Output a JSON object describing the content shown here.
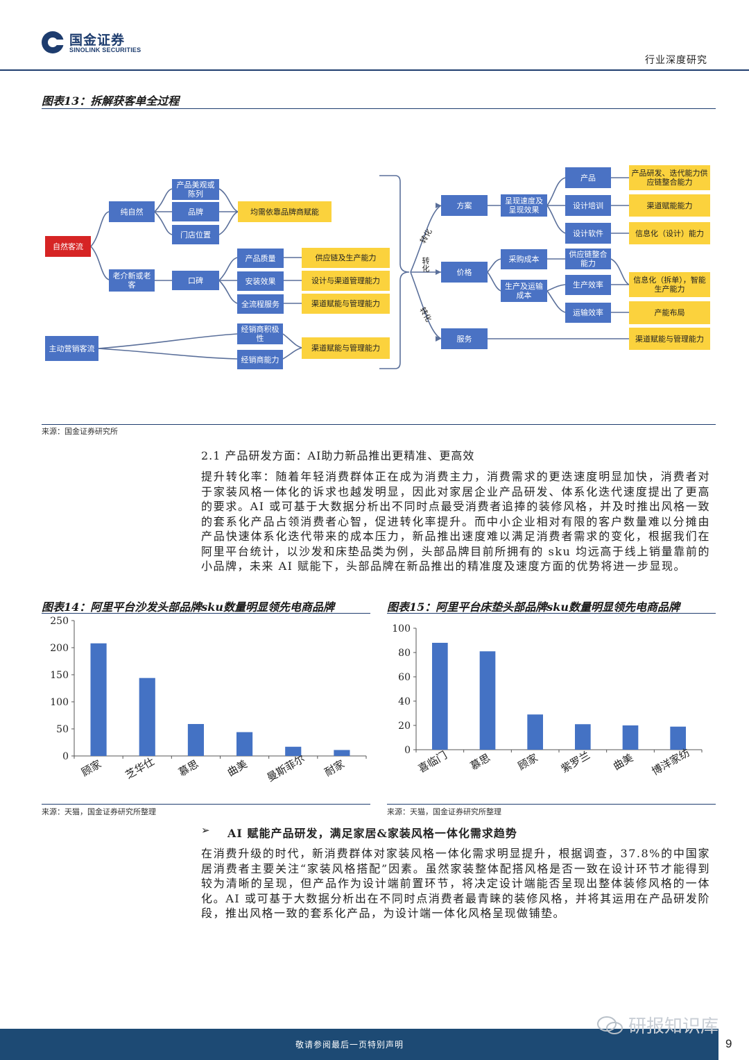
{
  "header": {
    "logo_cn": "国金证券",
    "logo_en": "SINOLINK SECURITIES",
    "report_type": "行业深度研究"
  },
  "figure13": {
    "title": "图表13：拆解获客单全过程",
    "source": "来源：国金证券研究所",
    "nodes": {
      "natural_traffic": "自然客流",
      "active_marketing": "主动营销客流",
      "pure_natural": "纯自然",
      "referral": "老介新或老客",
      "display": "产品美观或陈列",
      "brand": "品牌",
      "store_location": "门店位置",
      "brand_empower": "均需依靠品牌商赋能",
      "word_of_mouth": "口碑",
      "product_quality": "产品质量",
      "install_effect": "安装效果",
      "full_service": "全流程服务",
      "supply_production": "供应链及生产能力",
      "design_channel_mgmt": "设计与渠道管理能力",
      "channel_empower_mgmt_1": "渠道赋能与管理能力",
      "dealer_scale": "经销商积极性",
      "dealer_ability": "经销商能力",
      "channel_empower_mgmt_2": "渠道赋能与管理能力",
      "convert_1": "转化",
      "convert_2": "转化",
      "convert_3": "转化",
      "solution": "方案",
      "price": "价格",
      "service": "服务",
      "presentation_speed": "呈现速度及呈现效果",
      "purchase_cost": "采购成本",
      "prod_transport_cost": "生产及运输成本",
      "product": "产品",
      "design_training": "设计培训",
      "design_software": "设计软件",
      "supply_chain_integration": "供应链整合能力",
      "production_efficiency": "生产效率",
      "transport_efficiency": "运输效率",
      "rd_iteration": "产品研发、迭代能力供应链整合能力",
      "channel_empower": "渠道赋能能力",
      "informatization_design": "信息化（设计）能力",
      "informatization_smart": "信息化（拆单），智能生产能力",
      "capacity_layout": "产能布局",
      "channel_empower_mgmt_3": "渠道赋能与管理能力"
    }
  },
  "section": {
    "heading": "2.1 产品研发方面：AI助力新品推出更精准、更高效",
    "paragraph": "提升转化率：随着年轻消费群体正在成为消费主力，消费需求的更迭速度明显加快，消费者对于家装风格一体化的诉求也越发明显，因此对家居企业产品研发、体系化迭代速度提出了更高的要求。AI 或可基于大数据分析出不同时点最受消费者追捧的装修风格，并及时推出风格一致的套系化产品占领消费者心智，促进转化率提升。而中小企业相对有限的客户数量难以分摊由产品快速体系化迭代带来的成本压力，新品推出速度难以满足消费者需求的变化，根据我们在阿里平台统计，以沙发和床垫品类为例，头部品牌目前所拥有的 sku 均远高于线上销量靠前的小品牌，未来 AI 赋能下，头部品牌在新品推出的精准度及速度方面的优势将进一步显现。"
  },
  "figure14": {
    "title": "图表14：阿里平台沙发头部品牌sku数量明显领先电商品牌",
    "source": "来源：天猫，国金证券研究所整理"
  },
  "figure15": {
    "title": "图表15：阿里平台床垫头部品牌sku数量明显领先电商品牌",
    "source": "来源：天猫，国金证券研究所整理"
  },
  "chart_data": [
    {
      "type": "bar",
      "categories": [
        "顾家",
        "芝华仕",
        "慕思",
        "曲美",
        "曼斯菲尔",
        "耐家"
      ],
      "values": [
        208,
        144,
        59,
        44,
        17,
        11
      ],
      "ylim": [
        0,
        250
      ],
      "yticks": [
        "0",
        "50",
        "100",
        "150",
        "200",
        "250"
      ],
      "title": "",
      "xlabel": "",
      "ylabel": "",
      "bar_color": "#4472c4",
      "grid": false
    },
    {
      "type": "bar",
      "categories": [
        "喜临门",
        "慕思",
        "顾家",
        "紫罗兰",
        "曲美",
        "博洋家纺"
      ],
      "values": [
        88,
        81,
        29,
        21,
        20,
        19
      ],
      "ylim": [
        0,
        100
      ],
      "yticks": [
        "0",
        "20",
        "40",
        "60",
        "80",
        "100"
      ],
      "title": "",
      "xlabel": "",
      "ylabel": "",
      "bar_color": "#4472c4",
      "grid": false
    }
  ],
  "bullet": {
    "marker": "➢",
    "heading": "AI 赋能产品研发，满足家居&家装风格一体化需求趋势",
    "paragraph": "在消费升级的时代，新消费群体对家装风格一体化需求明显提升，根据调查，37.8%的中国家居消费者主要关注“家装风格搭配”因素。虽然家装整体配搭风格是否一致在设计环节才能得到较为清晰的呈现，但产品作为设计端前置环节，将决定设计端能否呈现出整体装修风格的一体化。AI 或可基于大数据分析出在不同时点消费者最青睐的装修风格，并将其运用在产品研发阶段，推出风格一致的套系化产品，为设计端一体化风格呈现做铺垫。"
  },
  "footer": {
    "disclaimer": "敬请参阅最后一页特别声明",
    "watermark": "研报知识库",
    "page_number": "9"
  }
}
